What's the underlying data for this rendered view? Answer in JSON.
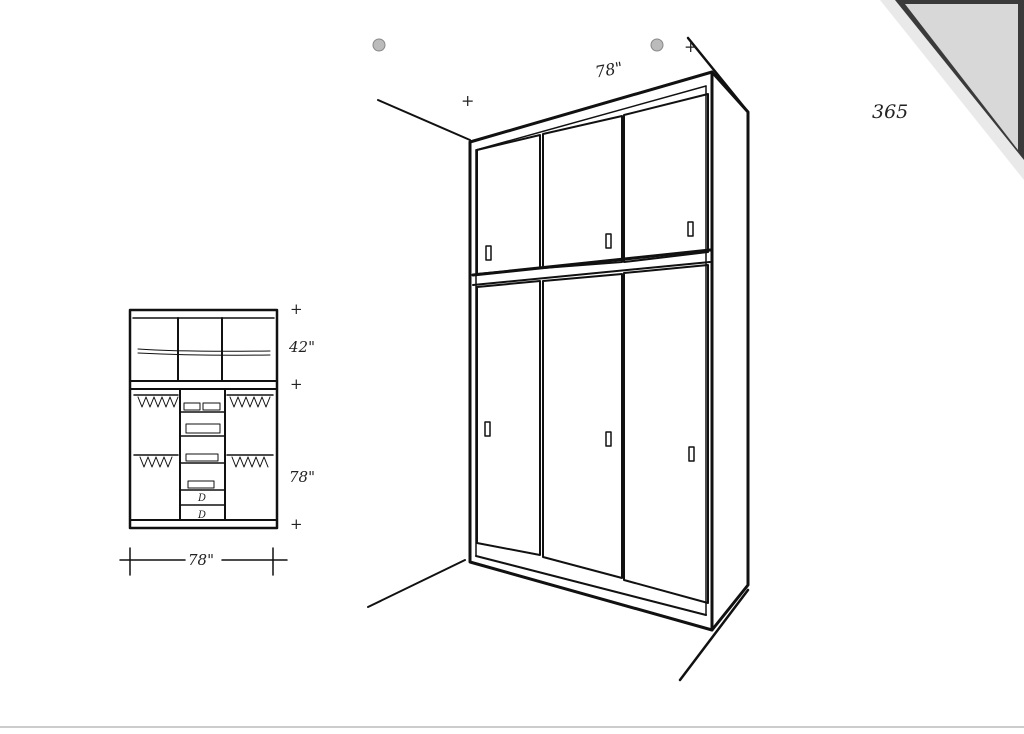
{
  "page_number": "365",
  "perspective": {
    "width_label": "78\"",
    "marks": [
      "+",
      "+"
    ]
  },
  "elevation": {
    "upper_height_label": "42\"",
    "lower_height_label": "78\"",
    "width_label": "78\"",
    "ticks": [
      "+",
      "+",
      "+"
    ],
    "drawer_labels": [
      "D",
      "D"
    ]
  },
  "colors": {
    "ink": "#111111",
    "paper": "#ffffff",
    "corner": "#555555"
  }
}
